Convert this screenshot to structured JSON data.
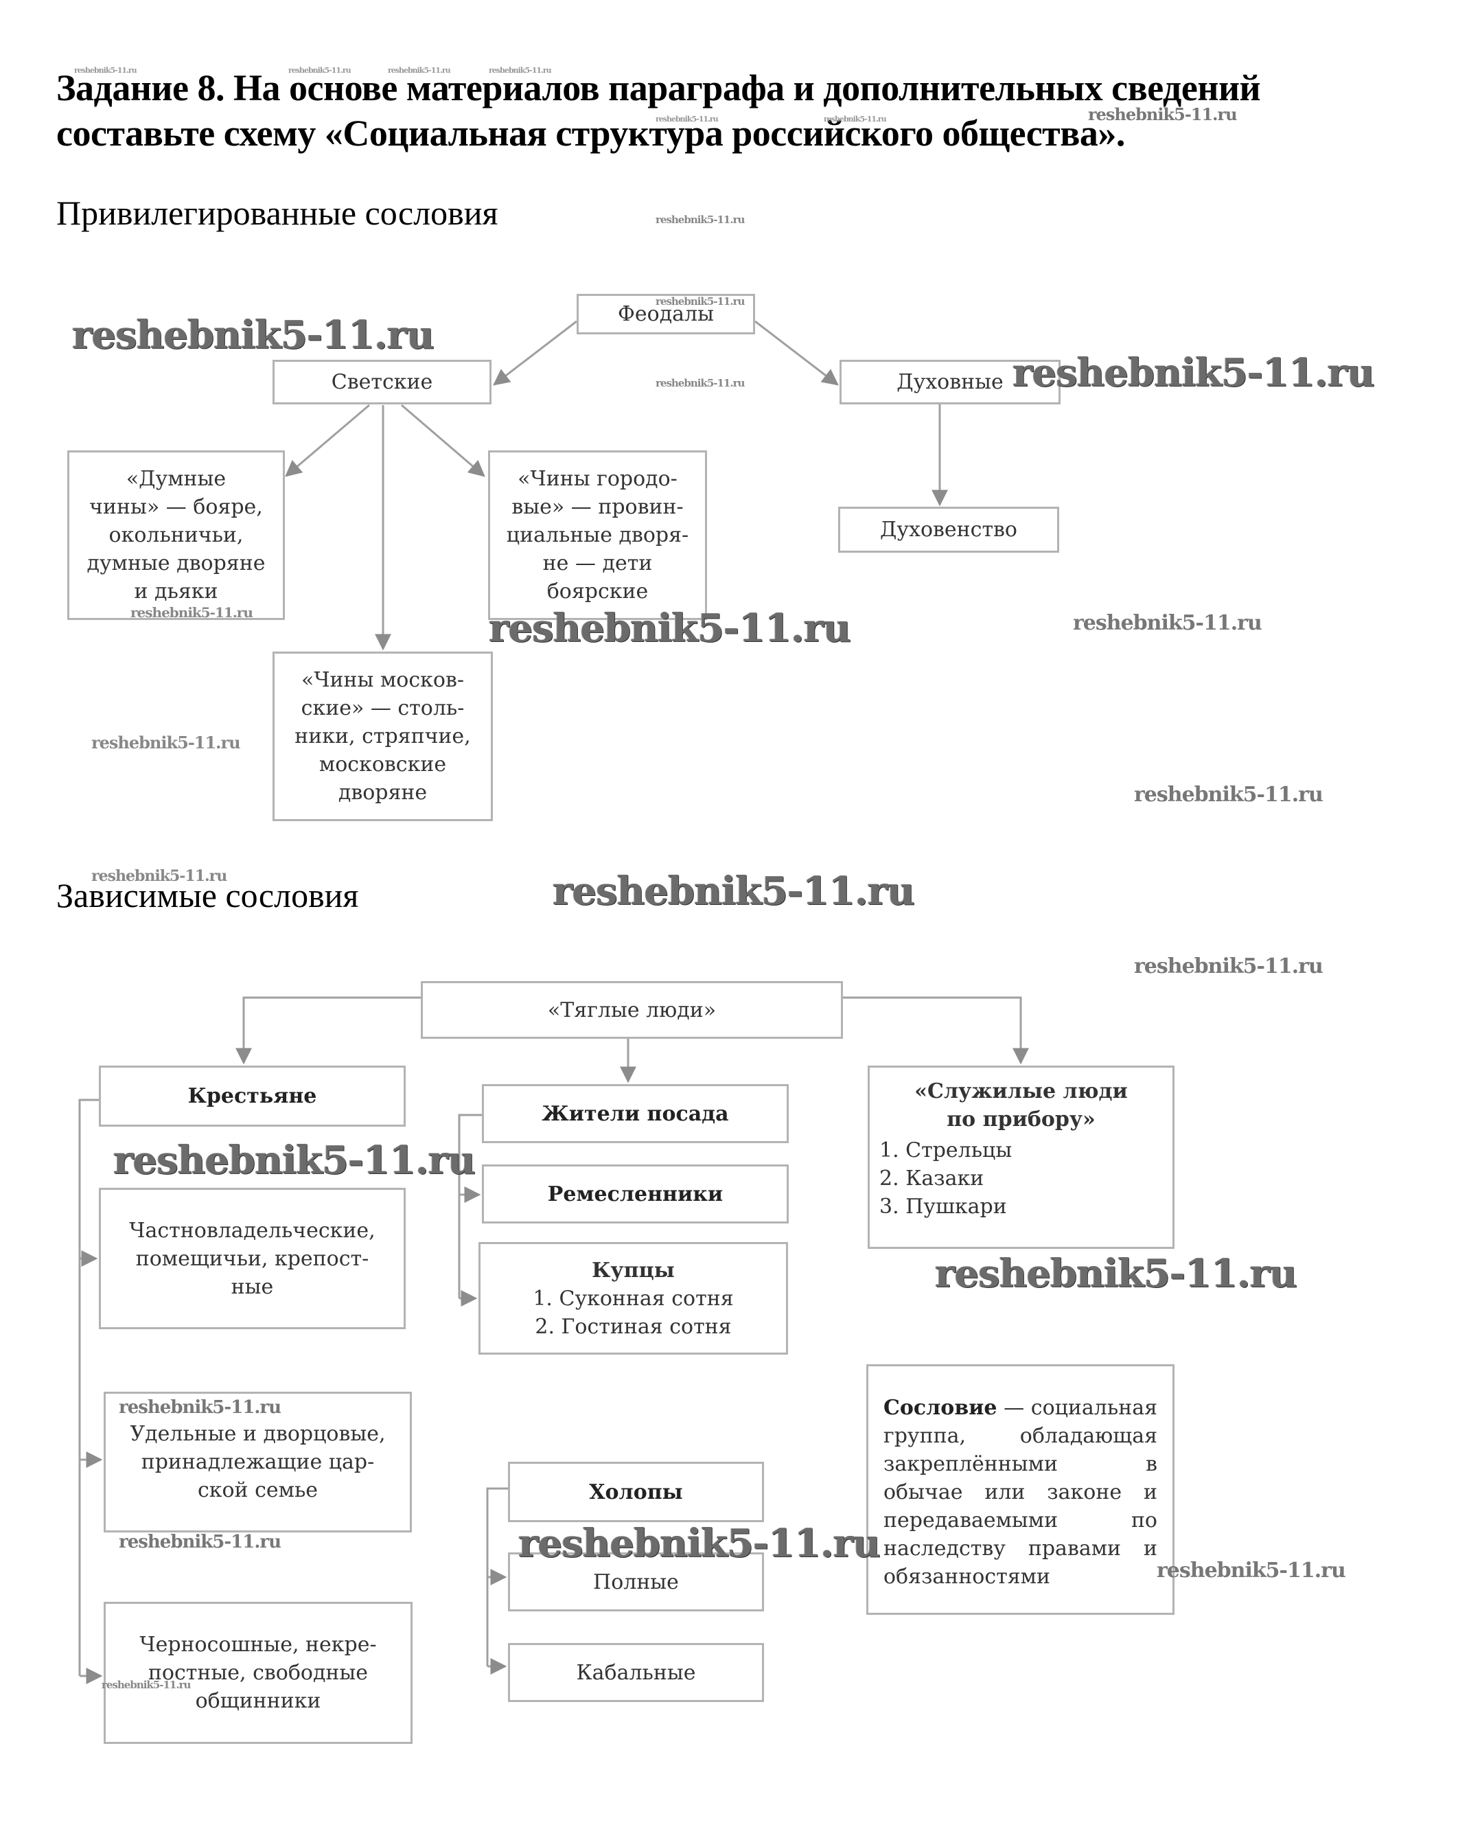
{
  "task": {
    "line1": "Задание 8. На основе материалов параграфа и дополнительных сведений",
    "line2": "составьте схему «Социальная структура российского общества»."
  },
  "privileged": {
    "heading": "Привилегированные сословия",
    "root": "Феодалы",
    "secular": "Светские",
    "spiritual": "Духовные",
    "clergy": "Духовенство",
    "duma_ranks": [
      "«Думные",
      "чины» — бояре,",
      "окольничьи,",
      "думные дворяне",
      "и дьяки"
    ],
    "city_ranks": [
      "«Чины городо-",
      "вые» — провин-",
      "циальные дворя-",
      "не — дети",
      "боярские"
    ],
    "moscow_ranks": [
      "«Чины москов-",
      "ские» — столь-",
      "ники, стряпчие,",
      "московские",
      "дворяне"
    ]
  },
  "dependent": {
    "heading": "Зависимые сословия",
    "root": "«Тяглые люди»",
    "peasants": {
      "title": "Крестьяне",
      "private": [
        "Частновладельческие,",
        "помещичьи, крепост-",
        "ные"
      ],
      "crown": [
        "Удельные и дворцовые,",
        "принадлежащие цар-",
        "ской семье"
      ],
      "free": [
        "Черносошные, некре-",
        "постные, свободные",
        "общинники"
      ]
    },
    "townspeople": {
      "title": "Жители посада",
      "craftsmen": "Ремесленники",
      "merchants_title": "Купцы",
      "merchants_items": [
        "1. Суконная сотня",
        "2. Гостиная сотня"
      ]
    },
    "service": {
      "title": [
        "«Служилые люди",
        "по прибору»"
      ],
      "items": [
        "1. Стрельцы",
        "2. Казаки",
        "3. Пушкари"
      ]
    },
    "serfs": {
      "title": "Холопы",
      "full": "Полные",
      "bonded": "Кабальные"
    },
    "definition": {
      "term": "Сословие",
      "dash": " — ",
      "text": "социальная группа, обладающая закреплёнными в обычае или законе и передаваемыми по наследству правами и обязанностями"
    }
  },
  "watermark": "reshebnik5-11.ru",
  "colors": {
    "line": "#a0a0a0",
    "arrow": "#8c8c8c",
    "box_border": "#b3b3b3"
  }
}
